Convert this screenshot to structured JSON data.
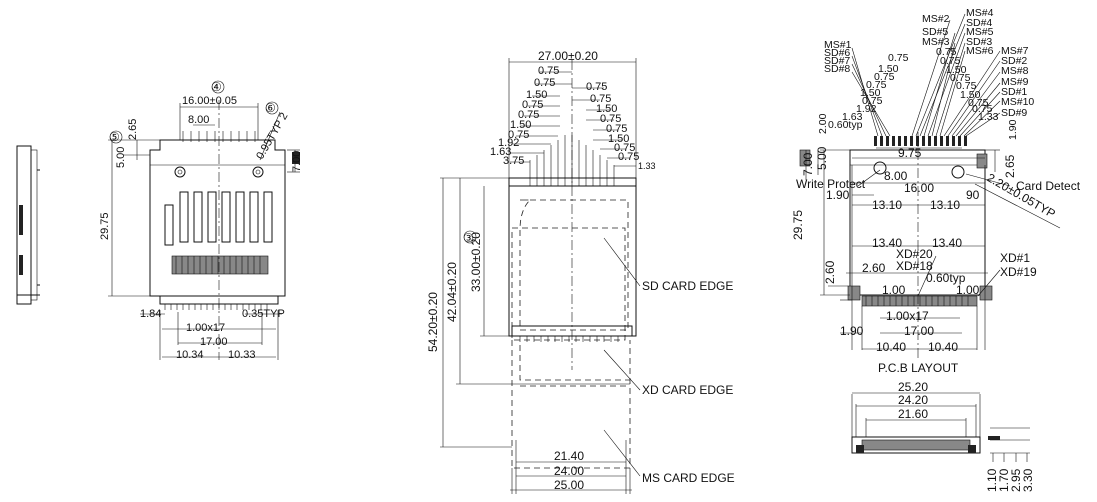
{
  "left_view": {
    "d_16": "16.00±0.05",
    "d_8": "8.00",
    "d_265": "2.65",
    "d_500": "5.00",
    "d_2975": "29.75",
    "d_700": "7.00",
    "d_095": "0.95TYP 2",
    "d_184": "1.84",
    "d_035": "0.35TYP",
    "d_pitch": "1.00x17",
    "d_17": "17.00",
    "d_1034": "10.34",
    "d_1033": "10.33",
    "circ_4": "④",
    "circ_5": "⑤",
    "circ_6": "⑥"
  },
  "middle_view": {
    "d_27": "27.00±0.20",
    "pin_left": [
      "0.75",
      "0.75",
      "1.50",
      "0.75",
      "0.75",
      "1.50",
      "0.75",
      "1.92",
      "1.63",
      "3.75"
    ],
    "pin_right": [
      "0.75",
      "0.75",
      "1.50",
      "0.75",
      "0.75",
      "1.50",
      "0.75",
      "0.75",
      "1.33"
    ],
    "d_5420": "54.20±0.20",
    "d_4204": "42.04±0.20",
    "d_3300": "33.00±0.20",
    "circ_3": "③",
    "sd_edge": "SD CARD EDGE",
    "xd_edge": "XD CARD EDGE",
    "ms_edge": "MS CARD EDGE",
    "d_2140": "21.40",
    "d_2400": "24.00",
    "d_2500": "25.00"
  },
  "right_view": {
    "labels_left": [
      "MS#1",
      "SD#6",
      "SD#7",
      "SD#8"
    ],
    "labels_top": [
      "MS#2",
      "MS#4",
      "SD#4",
      "SD#5",
      "MS#5",
      "MS#3",
      "SD#3",
      "MS#6"
    ],
    "labels_right": [
      "MS#7",
      "SD#2",
      "MS#8",
      "MS#9",
      "SD#1",
      "MS#10",
      "SD#9"
    ],
    "pitch_left": [
      "0.75",
      "1.50",
      "0.75",
      "0.75",
      "1.50",
      "0.75",
      "1.92",
      "1.63"
    ],
    "pitch_right": [
      "0.75",
      "0.75",
      "1.50",
      "0.75",
      "0.75",
      "1.50",
      "0.75",
      "0.75",
      "1.33"
    ],
    "d_060": "0.60typ",
    "d_200": "2.00",
    "d_190a": "1.90",
    "d_975": "9.75",
    "d_700": "7.00",
    "d_500": "5.00",
    "d_265": "2.65",
    "d_800": "8.00",
    "d_1600": "16.00",
    "write_protect": "Write Protect",
    "card_detect": "Card Detect",
    "d_190b": "1.90",
    "d_90": "90",
    "d_1310a": "13.10",
    "d_1310b": "13.10",
    "d_220": "2.20±0.05TYP",
    "d_2975": "29.75",
    "d_1340a": "13.40",
    "d_1340b": "13.40",
    "xd20": "XD#20",
    "xd18": "XD#18",
    "xd1": "XD#1",
    "xd19": "XD#19",
    "d_260a": "2.60",
    "d_260b": "2.60",
    "d_100a": "1.00",
    "d_060b": "0.60typ",
    "d_100b": "1.00",
    "d_pitch": "1.00x17",
    "d_190c": "1.90",
    "d_1700": "17.00",
    "d_1040a": "10.40",
    "d_1040b": "10.40",
    "layout_title": "P.C.B LAYOUT"
  },
  "bottom_view": {
    "d_2520": "25.20",
    "d_2420": "24.20",
    "d_2160": "21.60",
    "d_110": "1.10",
    "d_170": "1.70",
    "d_295": "2.95",
    "d_330": "3.30"
  }
}
